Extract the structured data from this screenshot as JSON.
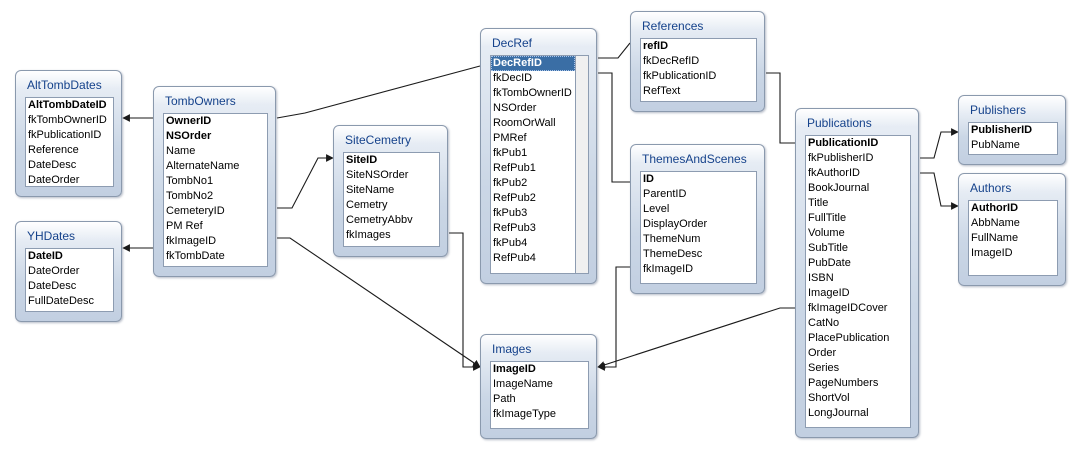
{
  "tables": [
    {
      "id": "alttombdates",
      "title": "AltTombDates",
      "fields": [
        {
          "label": "AltTombDateID",
          "pk": true
        },
        {
          "label": "fkTombOwnerID"
        },
        {
          "label": "fkPublicationID"
        },
        {
          "label": "Reference"
        },
        {
          "label": "DateDesc"
        },
        {
          "label": "DateOrder"
        }
      ]
    },
    {
      "id": "yhdates",
      "title": "YHDates",
      "fields": [
        {
          "label": "DateID",
          "pk": true
        },
        {
          "label": "DateOrder"
        },
        {
          "label": "DateDesc"
        },
        {
          "label": "FullDateDesc"
        }
      ]
    },
    {
      "id": "tombowners",
      "title": "TombOwners",
      "fields": [
        {
          "label": "OwnerID",
          "pk": true
        },
        {
          "label": "NSOrder",
          "pk": true
        },
        {
          "label": "Name"
        },
        {
          "label": "AlternateName"
        },
        {
          "label": "TombNo1"
        },
        {
          "label": "TombNo2"
        },
        {
          "label": "CemeteryID"
        },
        {
          "label": "PM Ref"
        },
        {
          "label": "fkImageID"
        },
        {
          "label": "fkTombDate"
        }
      ]
    },
    {
      "id": "sitecemetry",
      "title": "SiteCemetry",
      "fields": [
        {
          "label": "SiteID",
          "pk": true
        },
        {
          "label": "SiteNSOrder"
        },
        {
          "label": "SiteName"
        },
        {
          "label": "Cemetry"
        },
        {
          "label": "CemetryAbbv"
        },
        {
          "label": "fkImages"
        }
      ]
    },
    {
      "id": "decref",
      "title": "DecRef",
      "fields": [
        {
          "label": "DecRefID",
          "pk": true,
          "selected": true
        },
        {
          "label": "fkDecID"
        },
        {
          "label": "fkTombOwnerID"
        },
        {
          "label": "NSOrder"
        },
        {
          "label": "RoomOrWall"
        },
        {
          "label": "PMRef"
        },
        {
          "label": "fkPub1"
        },
        {
          "label": "RefPub1"
        },
        {
          "label": "fkPub2"
        },
        {
          "label": "RefPub2"
        },
        {
          "label": "fkPub3"
        },
        {
          "label": "RefPub3"
        },
        {
          "label": "fkPub4"
        },
        {
          "label": "RefPub4"
        }
      ]
    },
    {
      "id": "images",
      "title": "Images",
      "fields": [
        {
          "label": "ImageID",
          "pk": true
        },
        {
          "label": "ImageName"
        },
        {
          "label": "Path"
        },
        {
          "label": "fkImageType"
        }
      ]
    },
    {
      "id": "references",
      "title": "References",
      "fields": [
        {
          "label": "refID",
          "pk": true
        },
        {
          "label": "fkDecRefID"
        },
        {
          "label": "fkPublicationID"
        },
        {
          "label": "RefText"
        }
      ]
    },
    {
      "id": "themesandscenes",
      "title": "ThemesAndScenes",
      "fields": [
        {
          "label": "ID",
          "pk": true
        },
        {
          "label": "ParentID"
        },
        {
          "label": "Level"
        },
        {
          "label": "DisplayOrder"
        },
        {
          "label": "ThemeNum"
        },
        {
          "label": "ThemeDesc"
        },
        {
          "label": "fkImageID"
        }
      ]
    },
    {
      "id": "publications",
      "title": "Publications",
      "fields": [
        {
          "label": "PublicationID",
          "pk": true
        },
        {
          "label": "fkPublisherID"
        },
        {
          "label": "fkAuthorID"
        },
        {
          "label": "BookJournal"
        },
        {
          "label": "Title"
        },
        {
          "label": "FullTitle"
        },
        {
          "label": "Volume"
        },
        {
          "label": "SubTitle"
        },
        {
          "label": "PubDate"
        },
        {
          "label": "ISBN"
        },
        {
          "label": "ImageID"
        },
        {
          "label": "fkImageIDCover"
        },
        {
          "label": "CatNo"
        },
        {
          "label": "PlacePublication"
        },
        {
          "label": "Order"
        },
        {
          "label": "Series"
        },
        {
          "label": "PageNumbers"
        },
        {
          "label": "ShortVol"
        },
        {
          "label": "LongJournal"
        }
      ]
    },
    {
      "id": "publishers",
      "title": "Publishers",
      "fields": [
        {
          "label": "PublisherID",
          "pk": true
        },
        {
          "label": "PubName"
        }
      ]
    },
    {
      "id": "authors",
      "title": "Authors",
      "fields": [
        {
          "label": "AuthorID",
          "pk": true
        },
        {
          "label": "AbbName"
        },
        {
          "label": "FullName"
        },
        {
          "label": "ImageID"
        }
      ]
    }
  ],
  "colors": {
    "line": "#1a1a1a",
    "title": "#15428b",
    "selection": "#3a6ea5"
  }
}
